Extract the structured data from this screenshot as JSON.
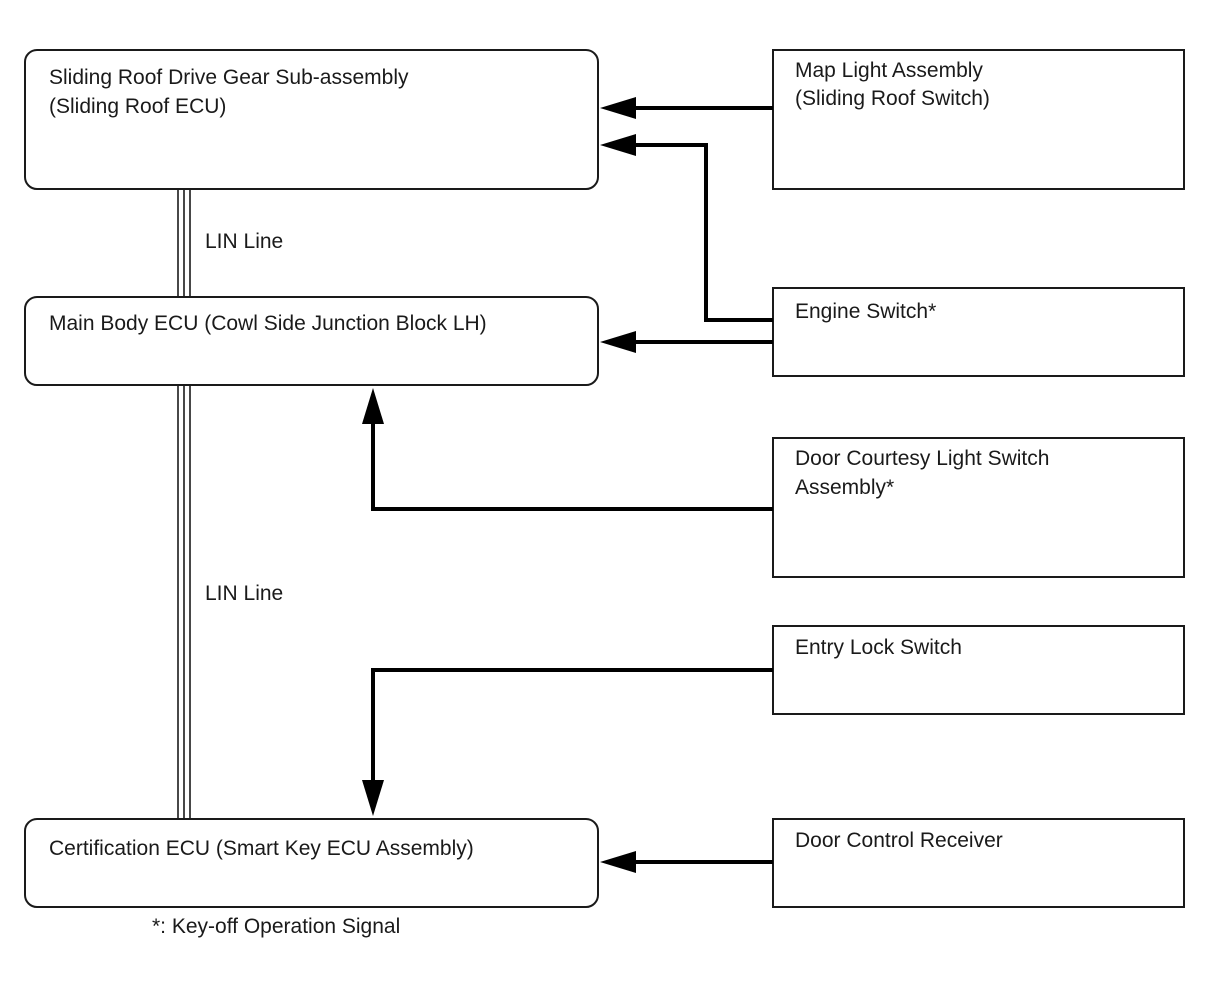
{
  "ecus": {
    "sliding_roof": {
      "line1": "Sliding Roof Drive Gear Sub-assembly",
      "line2": "(Sliding Roof ECU)"
    },
    "main_body": {
      "line1": "Main Body ECU (Cowl Side Junction Block LH)"
    },
    "certification": {
      "line1": "Certification ECU (Smart Key ECU Assembly)"
    }
  },
  "switches": {
    "map_light": {
      "line1": "Map Light Assembly",
      "line2": "(Sliding Roof Switch)"
    },
    "engine_switch": {
      "line1": "Engine Switch*"
    },
    "door_courtesy": {
      "line1": "Door Courtesy Light Switch",
      "line2": "Assembly*"
    },
    "entry_lock": {
      "line1": "Entry Lock Switch"
    },
    "door_control": {
      "line1": "Door Control Receiver"
    }
  },
  "lin_lines": {
    "upper": "LIN Line",
    "lower": "LIN Line"
  },
  "footnote": "*: Key-off Operation Signal"
}
